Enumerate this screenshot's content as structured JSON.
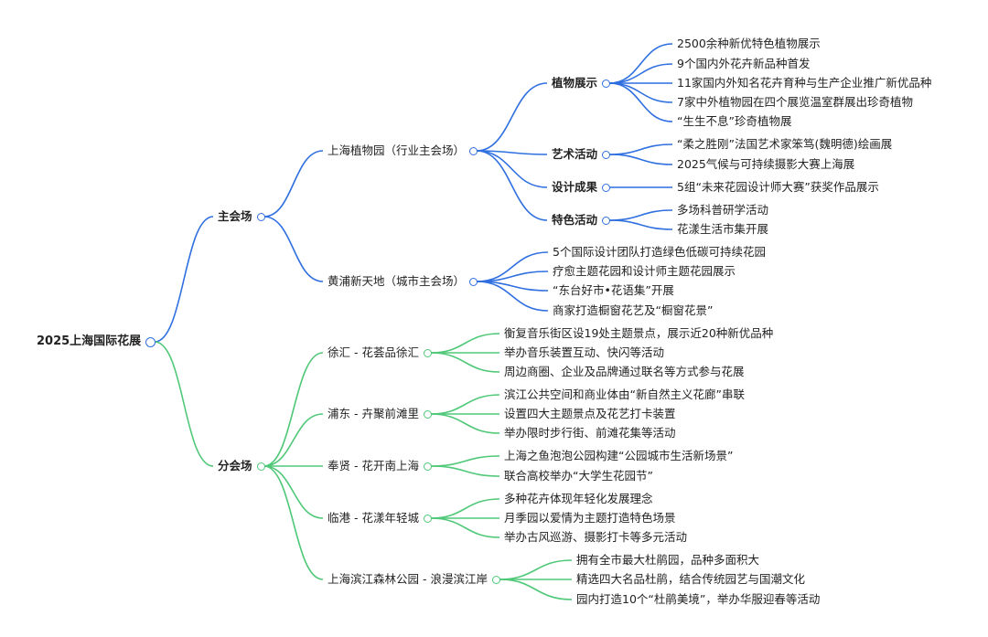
{
  "root": "2025上海国际花展",
  "colors": {
    "main": "#2f6fe0",
    "branch": "#4fc878"
  },
  "main_venue": {
    "label": "主会场",
    "venues": [
      {
        "label": "上海植物园（行业主会场）",
        "groups": [
          {
            "label": "植物展示",
            "items": [
              "2500余种新优特色植物展示",
              "9个国内外花卉新品种首发",
              "11家国内外知名花卉育种与生产企业推广新优品种",
              "7家中外植物园在四个展览温室群展出珍奇植物",
              "“生生不息”珍奇植物展"
            ]
          },
          {
            "label": "艺术活动",
            "items": [
              "“柔之胜刚”法国艺术家笨笃(魏明德)绘画展",
              "2025气候与可持续摄影大赛上海展"
            ]
          },
          {
            "label": "设计成果",
            "items": [
              "5组“未来花园设计师大赛”获奖作品展示"
            ]
          },
          {
            "label": "特色活动",
            "items": [
              "多场科普研学活动",
              "花漾生活市集开展"
            ]
          }
        ]
      },
      {
        "label": "黄浦新天地（城市主会场）",
        "items": [
          "5个国际设计团队打造绿色低碳可持续花园",
          "疗愈主题花园和设计师主题花园展示",
          "“东台好市•花语集”开展",
          "商家打造橱窗花艺及“橱窗花景”"
        ]
      }
    ]
  },
  "sub_venue": {
    "label": "分会场",
    "venues": [
      {
        "label": "徐汇 - 花荟品徐汇",
        "items": [
          "衡复音乐街区设19处主题景点，展示近20种新优品种",
          "举办音乐装置互动、快闪等活动",
          "周边商圈、企业及品牌通过联名等方式参与花展"
        ]
      },
      {
        "label": "浦东 - 卉聚前滩里",
        "items": [
          "滨江公共空间和商业体由“新自然主义花廊”串联",
          "设置四大主题景点及花艺打卡装置",
          "举办限时步行街、前滩花集等活动"
        ]
      },
      {
        "label": "奉贤 - 花开南上海",
        "items": [
          "上海之鱼泡泡公园构建“公园城市生活新场景”",
          "联合高校举办“大学生花园节”"
        ]
      },
      {
        "label": "临港 - 花漾年轻城",
        "items": [
          "多种花卉体现年轻化发展理念",
          "月季园以爱情为主题打造特色场景",
          "举办古风巡游、摄影打卡等多元活动"
        ]
      },
      {
        "label": "上海滨江森林公园 - 浪漫滨江岸",
        "items": [
          "拥有全市最大杜鹃园，品种多面积大",
          "精选四大名品杜鹃，结合传统园艺与国潮文化",
          "园内打造10个“杜鹃美境”，举办华服迎春等活动"
        ]
      }
    ]
  }
}
